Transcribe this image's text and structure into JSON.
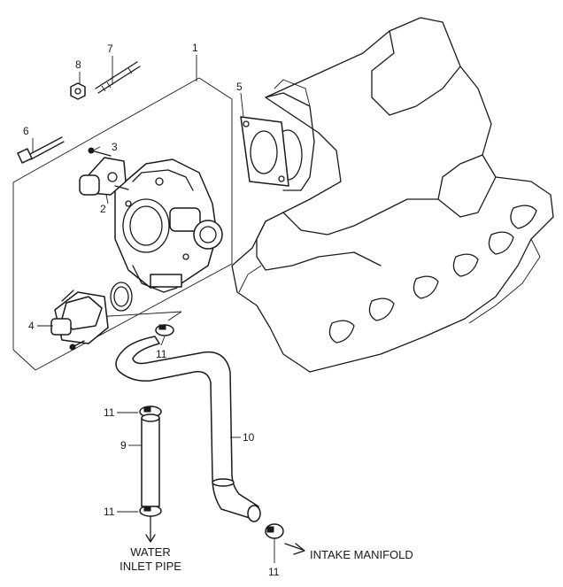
{
  "callouts": {
    "c1": "1",
    "c2": "2",
    "c3": "3",
    "c4": "4",
    "c5": "5",
    "c6": "6",
    "c7": "7",
    "c8": "8",
    "c9": "9",
    "c10": "10",
    "c11a": "11",
    "c11b": "11",
    "c11c": "11",
    "c11d": "11"
  },
  "notes": {
    "water_line1": "WATER",
    "water_line2": "INLET PIPE",
    "intake": "INTAKE MANIFOLD"
  }
}
